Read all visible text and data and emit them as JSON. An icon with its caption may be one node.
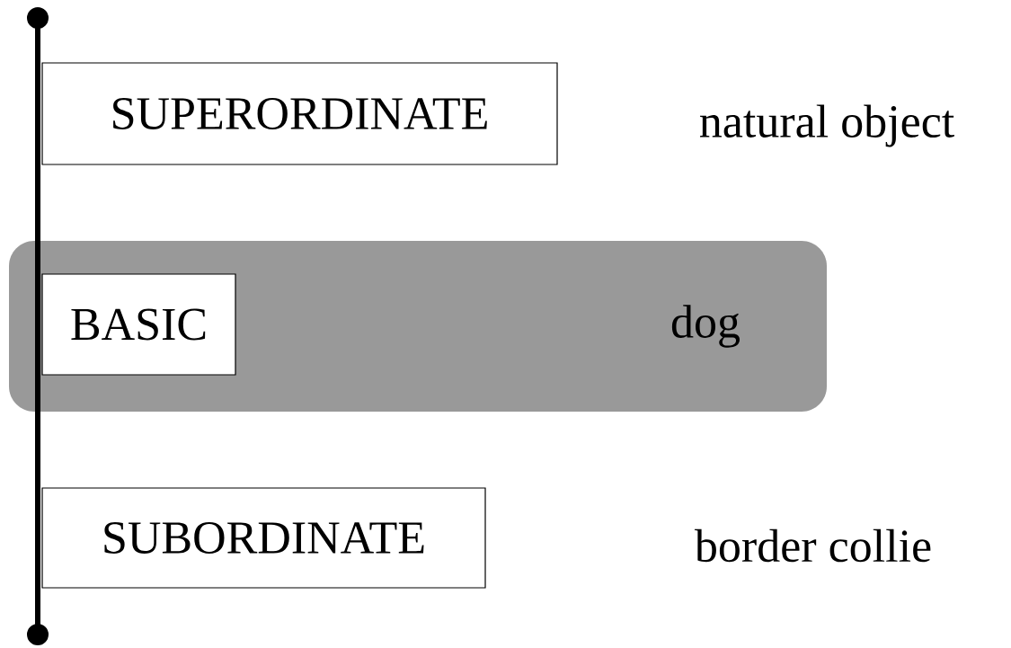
{
  "diagram": {
    "nodes": [
      {
        "text": [
          "SUPERORDINATE"
        ]
      },
      {
        "text": [
          "dog"
        ]
      },
      {
        "text": [
          "BASIC"
        ],
        "in": 1
      },
      {
        "text": [
          "SUBORDINATE"
        ]
      }
    ],
    "labels": [
      "natural object",
      "border collie"
    ]
  }
}
